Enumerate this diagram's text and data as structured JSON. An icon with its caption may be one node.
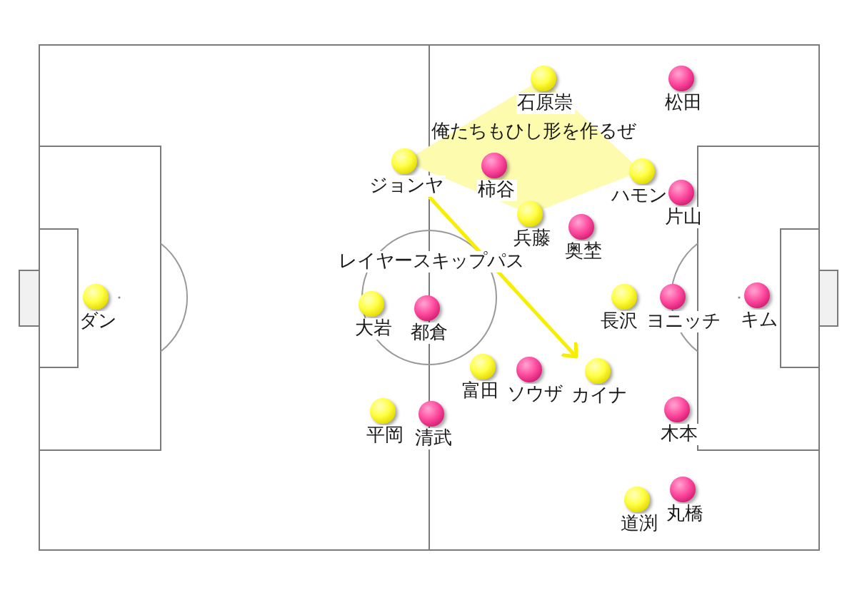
{
  "diagram": {
    "nodes": [
      {
        "text": [
          "石原崇"
        ]
      },
      {
        "text": [
          "松田"
        ]
      },
      {
        "text": [
          "俺たちもひし形を作るぜ"
        ]
      },
      {
        "text": [
          "ジョンヤ"
        ]
      },
      {
        "text": [
          "柿谷"
        ],
        "in": 2
      },
      {
        "text": [
          "ハモン"
        ]
      },
      {
        "text": [
          "片山"
        ]
      },
      {
        "text": [
          "兵藤"
        ]
      },
      {
        "text": [
          "奥埜"
        ]
      },
      {
        "text": [
          "ダン"
        ]
      },
      {
        "text": [
          "大岩"
        ]
      },
      {
        "text": [
          "都倉"
        ]
      },
      {
        "text": [
          "長沢"
        ]
      },
      {
        "text": [
          "ヨニッチ"
        ]
      },
      {
        "text": [
          "キム"
        ]
      },
      {
        "text": [
          "富田"
        ]
      },
      {
        "text": [
          "ソウザ"
        ]
      },
      {
        "text": [
          "カイナ"
        ]
      },
      {
        "text": [
          "平岡"
        ]
      },
      {
        "text": [
          "清武"
        ]
      },
      {
        "text": [
          "木本"
        ]
      },
      {
        "text": [
          "道渕"
        ]
      },
      {
        "text": [
          "丸橋"
        ]
      }
    ],
    "edges": [
      {
        "from": 3,
        "to": 17,
        "arrow": "to",
        "label": "レイヤースキップパス"
      }
    ]
  }
}
